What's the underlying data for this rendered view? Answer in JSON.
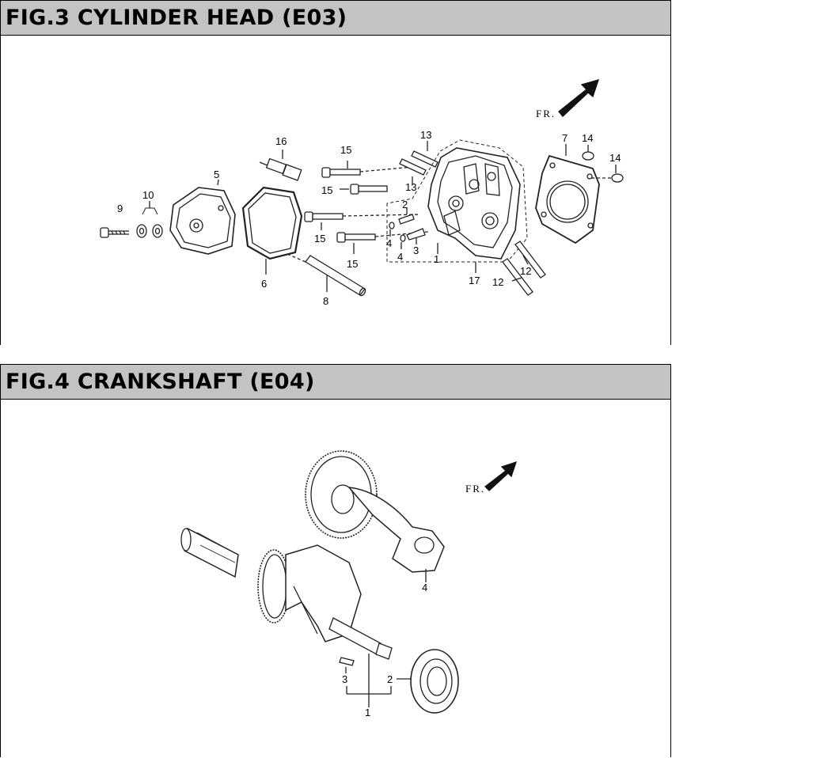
{
  "figures": [
    {
      "title": "FIG.3 CYLINDER HEAD (E03)",
      "direction_label": "FR.",
      "callouts": [
        "1",
        "2",
        "3",
        "4",
        "4",
        "5",
        "6",
        "7",
        "8",
        "9",
        "10",
        "12",
        "12",
        "13",
        "13",
        "14",
        "14",
        "15",
        "15",
        "15",
        "15",
        "16",
        "17"
      ]
    },
    {
      "title": "FIG.4 CRANKSHAFT (E04)",
      "direction_label": "FR.",
      "callouts": [
        "1",
        "2",
        "3",
        "4"
      ]
    }
  ],
  "colors": {
    "title_bar": "#c3c3c3",
    "border": "#000000",
    "line_art": "#222222"
  }
}
